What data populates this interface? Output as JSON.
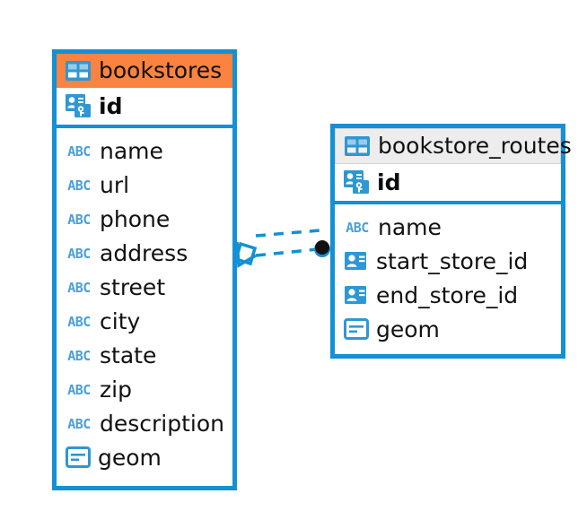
{
  "diagram": {
    "type": "entity-relationship-diagram",
    "colors": {
      "border_blue": "#1391d4",
      "header_orange": "#fb8341",
      "header_gray": "#ededed",
      "icon_blue": "#2e97d4",
      "abc_blue": "#4a9fd8",
      "connector_blue": "#1391d4",
      "endpoint_dark": "#111111",
      "canvas": "#ffffff"
    }
  },
  "tables": [
    {
      "name": "bookstores",
      "header_style": "accent",
      "header_icon": "table-icon",
      "primary_key": {
        "name": "id",
        "icon": "primary-key-icon"
      },
      "fields": [
        {
          "name": "name",
          "icon": "text-abc-icon"
        },
        {
          "name": "url",
          "icon": "text-abc-icon"
        },
        {
          "name": "phone",
          "icon": "text-abc-icon"
        },
        {
          "name": "address",
          "icon": "text-abc-icon"
        },
        {
          "name": "street",
          "icon": "text-abc-icon"
        },
        {
          "name": "city",
          "icon": "text-abc-icon"
        },
        {
          "name": "state",
          "icon": "text-abc-icon"
        },
        {
          "name": "zip",
          "icon": "text-abc-icon"
        },
        {
          "name": "description",
          "icon": "text-abc-icon"
        },
        {
          "name": "geom",
          "icon": "geometry-icon"
        }
      ]
    },
    {
      "name": "bookstore_routes",
      "header_style": "neutral",
      "header_icon": "table-icon",
      "primary_key": {
        "name": "id",
        "icon": "primary-key-icon"
      },
      "fields": [
        {
          "name": "name",
          "icon": "text-abc-icon"
        },
        {
          "name": "start_store_id",
          "icon": "foreign-key-icon"
        },
        {
          "name": "end_store_id",
          "icon": "foreign-key-icon"
        },
        {
          "name": "geom",
          "icon": "geometry-icon"
        }
      ]
    }
  ],
  "relationship": {
    "from_table": "bookstores",
    "to_table": "bookstore_routes",
    "line_style": "dashed",
    "source_marker": "crows-foot-diamond",
    "target_marker": "filled-dot"
  },
  "icon_glyphs": {
    "text-abc-icon": "ABC"
  }
}
